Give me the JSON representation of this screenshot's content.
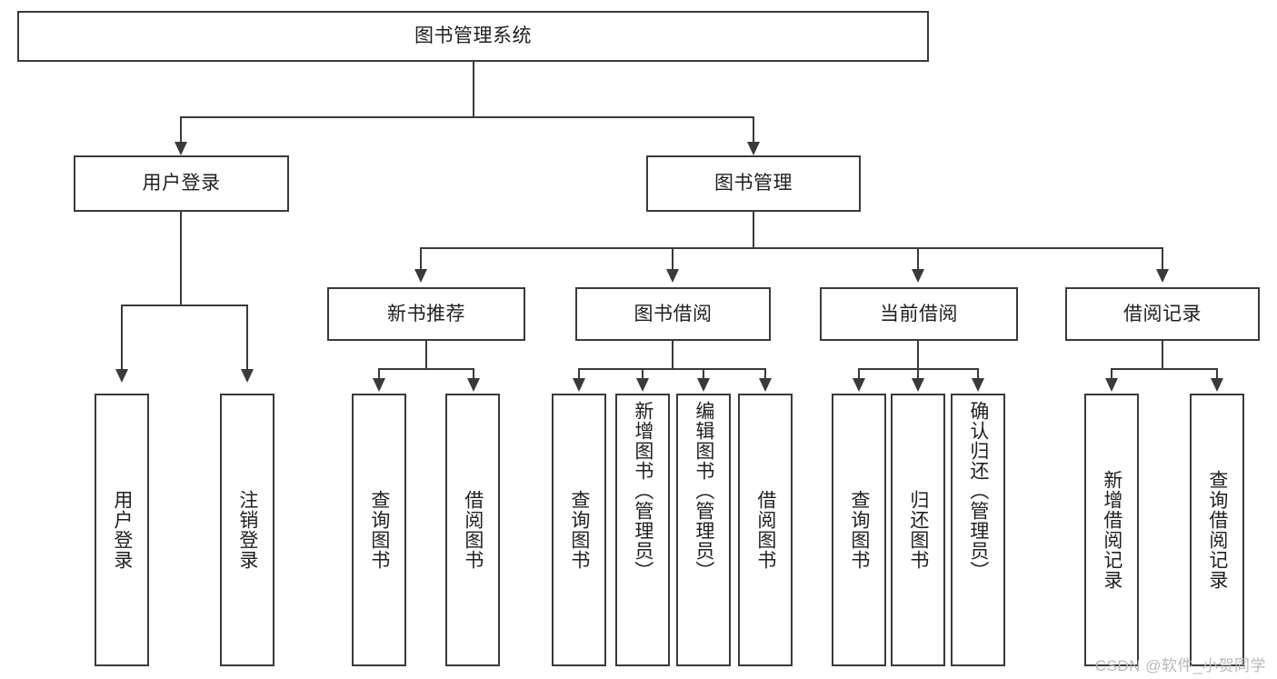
{
  "diagram": {
    "type": "tree",
    "title": "图书管理系统",
    "root": {
      "label": "图书管理系统"
    },
    "level2": [
      {
        "label": "用户登录"
      },
      {
        "label": "图书管理"
      }
    ],
    "level3": [
      {
        "label": "新书推荐"
      },
      {
        "label": "图书借阅"
      },
      {
        "label": "当前借阅"
      },
      {
        "label": "借阅记录"
      }
    ],
    "leaves": {
      "user_login": [
        {
          "label": "用户登录"
        },
        {
          "label": "注销登录"
        }
      ],
      "new_book_recommend": [
        {
          "label": "查询图书"
        },
        {
          "label": "借阅图书"
        }
      ],
      "book_borrow": [
        {
          "label": "查询图书"
        },
        {
          "label": "新增图书（管理员）"
        },
        {
          "label": "编辑图书（管理员）"
        },
        {
          "label": "借阅图书"
        }
      ],
      "current_borrow": [
        {
          "label": "查询图书"
        },
        {
          "label": "归还图书"
        },
        {
          "label": "确认归还（管理员）"
        }
      ],
      "borrow_record": [
        {
          "label": "新增借阅记录"
        },
        {
          "label": "查询借阅记录"
        }
      ]
    }
  },
  "watermark": {
    "text": "CSDN @软件_小贺同学"
  },
  "colors": {
    "stroke": "#3a3a3a",
    "text": "#1f1f1f",
    "background": "#ffffff",
    "watermark": "#b9b9b9"
  }
}
